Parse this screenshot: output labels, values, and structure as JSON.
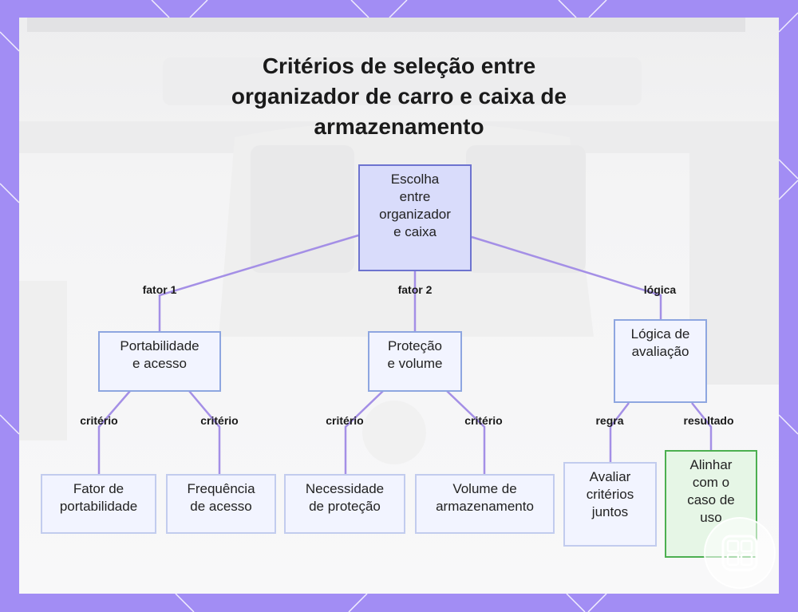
{
  "title_lines": [
    "Critérios de seleção entre",
    "organizador de carro e caixa de",
    "armazenamento"
  ],
  "nodes": {
    "root": {
      "lines": [
        "Escolha",
        "entre",
        "organizador",
        "e caixa"
      ]
    },
    "portability": {
      "lines": [
        "Portabilidade",
        "e acesso"
      ]
    },
    "protection": {
      "lines": [
        "Proteção",
        "e volume"
      ]
    },
    "logic": {
      "lines": [
        "Lógica de",
        "avaliação"
      ]
    },
    "portability_factor": {
      "lines": [
        "Fator de",
        "portabilidade"
      ]
    },
    "access_frequency": {
      "lines": [
        "Frequência",
        "de acesso"
      ]
    },
    "protection_need": {
      "lines": [
        "Necessidade",
        "de proteção"
      ]
    },
    "storage_volume": {
      "lines": [
        "Volume de",
        "armazenamento"
      ]
    },
    "evaluate": {
      "lines": [
        "Avaliar",
        "critérios",
        "juntos"
      ]
    },
    "align": {
      "lines": [
        "Alinhar",
        "com o",
        "caso de",
        "uso"
      ]
    }
  },
  "edge_labels": {
    "fator1": "fator 1",
    "fator2": "fator 2",
    "logica": "lógica",
    "criterio_a": "critério",
    "criterio_b": "critério",
    "criterio_c": "critério",
    "criterio_d": "critério",
    "regra": "regra",
    "resultado": "resultado"
  },
  "colors": {
    "frame": "#a28df4",
    "edge": "#a48fe6",
    "root_fill": "#d9dcfb",
    "result_border": "#4caf50"
  }
}
